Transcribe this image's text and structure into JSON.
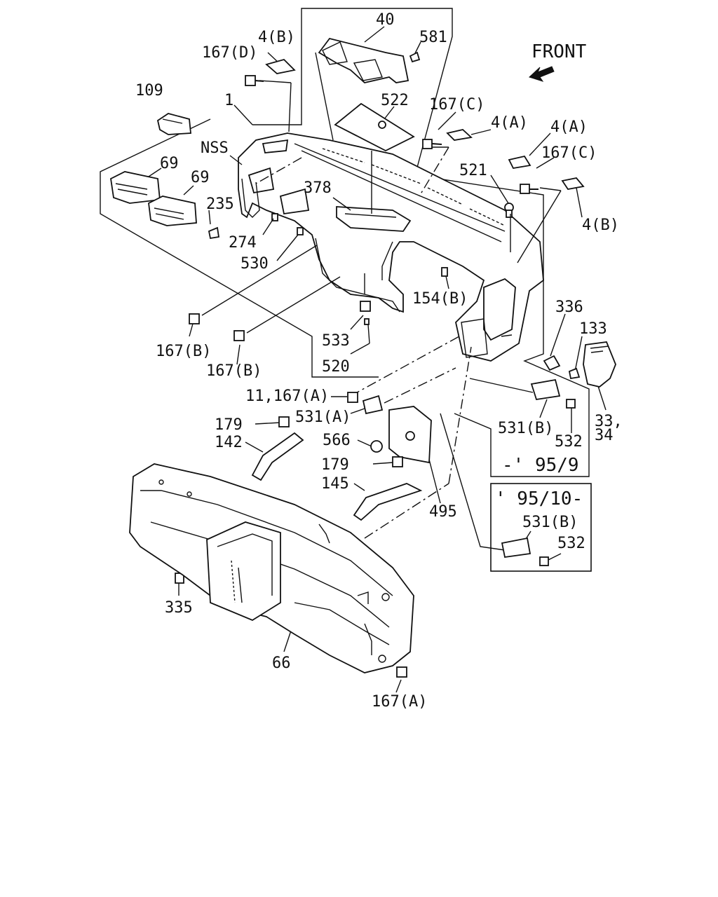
{
  "direction_label": "FRONT",
  "variants": {
    "early": "-' 95/9",
    "late": "' 95/10-"
  },
  "callouts": {
    "p40": "40",
    "p581": "581",
    "p4b_top": "4(B)",
    "p167d": "167(D)",
    "p109": "109",
    "p1": "1",
    "p522": "522",
    "p167c_a": "167(C)",
    "p4a_a": "4(A)",
    "p4a_b": "4(A)",
    "p167c_b": "167(C)",
    "p521": "521",
    "p4b_right": "4(B)",
    "nss": "NSS",
    "p69_a": "69",
    "p69_b": "69",
    "p378": "378",
    "p235": "235",
    "p274": "274",
    "p530": "530",
    "p154b": "154(B)",
    "p336": "336",
    "p133": "133",
    "p167b_a": "167(B)",
    "p533": "533",
    "p167b_b": "167(B)",
    "p520": "520",
    "p11_167a": "11,167(A)",
    "p531a": "531(A)",
    "p179_a": "179",
    "p142": "142",
    "p566": "566",
    "p531b_a": "531(B)",
    "p532_a": "532",
    "p33": "33,",
    "p34": "34",
    "p179_b": "179",
    "p145": "145",
    "p495": "495",
    "p531b_b": "531(B)",
    "p532_b": "532",
    "p335": "335",
    "p66": "66",
    "p167a": "167(A)"
  },
  "icons": {
    "direction_arrow": "front-arrow-icon"
  }
}
